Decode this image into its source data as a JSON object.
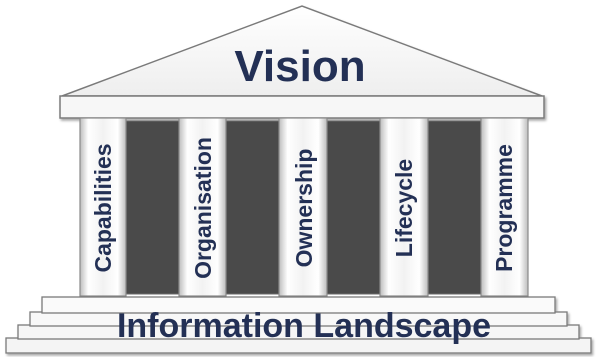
{
  "roof": {
    "title": "Vision"
  },
  "pillars": [
    {
      "label": "Capabilities"
    },
    {
      "label": "Organisation"
    },
    {
      "label": "Ownership"
    },
    {
      "label": "Lifecycle"
    },
    {
      "label": "Programme"
    }
  ],
  "foundation": {
    "title": "Information Landscape"
  },
  "colors": {
    "text": "#233055",
    "gap_fill": "#4a4a4a",
    "outline": "#7a7a7a",
    "stone": "#f4f4f4"
  }
}
